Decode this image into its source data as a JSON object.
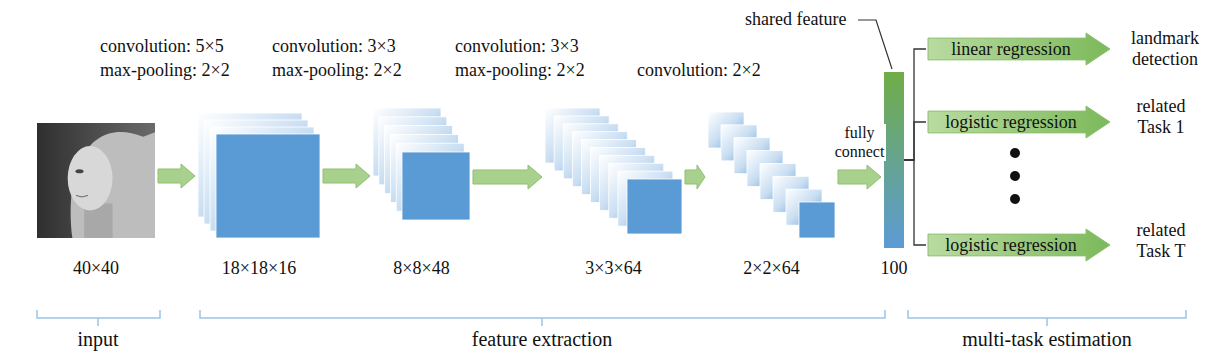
{
  "diagram": {
    "nodes": [
      {
        "text": [
          "40×40"
        ]
      },
      {
        "text": [
          "18×18×16"
        ]
      },
      {
        "text": [
          "8×8×48"
        ]
      },
      {
        "text": [
          "3×3×64"
        ]
      },
      {
        "text": [
          "2×2×64"
        ]
      },
      {
        "text": [
          "100"
        ]
      },
      {
        "text": [
          "linear regression"
        ]
      },
      {
        "text": [
          "logistic regression"
        ]
      },
      {
        "text": [
          "logistic regression"
        ]
      }
    ],
    "edges": [
      {
        "from": 0,
        "to": 1,
        "arrow": "to"
      },
      {
        "from": 1,
        "to": 2,
        "arrow": "to"
      },
      {
        "from": 2,
        "to": 3,
        "arrow": "to"
      },
      {
        "from": 3,
        "to": 4,
        "arrow": "to"
      },
      {
        "from": 4,
        "to": 5,
        "label": "fully connect",
        "arrow": "to"
      },
      {
        "from": 5,
        "to": 6,
        "arrow": "none"
      },
      {
        "from": 5,
        "to": 7,
        "arrow": "none"
      },
      {
        "from": 5,
        "to": 8,
        "arrow": "none"
      }
    ],
    "labels": [
      "convolution: 5×5",
      "max-pooling: 2×2",
      "convolution: 3×3",
      "max-pooling: 2×2",
      "convolution: 3×3",
      "max-pooling: 2×2",
      "convolution: 2×2",
      "shared feature",
      "landmark detection",
      "related Task 1",
      "related Task T",
      "input",
      "feature extraction",
      "multi-task estimation"
    ]
  }
}
